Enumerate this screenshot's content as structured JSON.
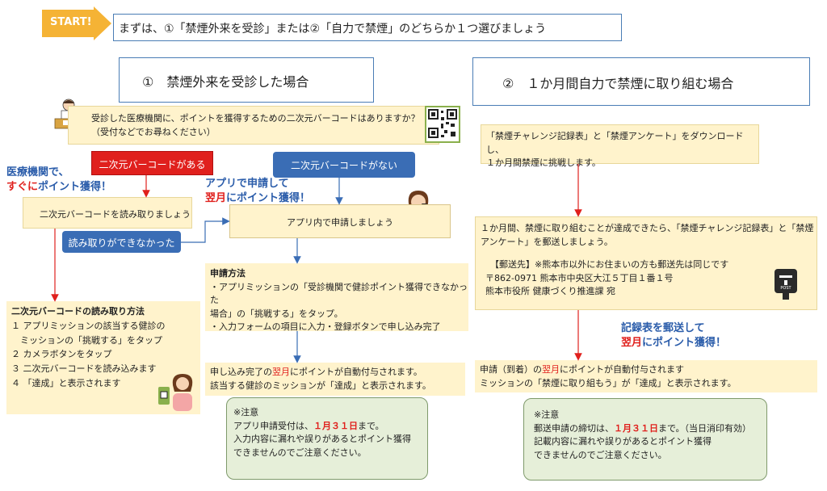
{
  "header": {
    "start_label": "START!",
    "instruction": "まずは、①「禁煙外来を受診」または②「自力で禁煙」のどちらか１つ選びましょう"
  },
  "left": {
    "title": "①　禁煙外来を受診した場合",
    "qr_question_line1": "受診した医療機関に、ポイントを獲得するための二次元バーコードはありますか？",
    "qr_question_line2": "（受付などでお尋ねください）",
    "has_qr_label": "二次元バーコードがある",
    "no_qr_label": "二次元バーコードがない",
    "immediate_line1": "医療機関で、",
    "immediate_em": "すぐに",
    "immediate_rest": "ポイント獲得！",
    "app_next_line1": "アプリで申請して",
    "app_next_em": "翌月",
    "app_next_rest": "にポイント獲得！",
    "read_qr_box": "二次元バーコードを読み取りましょう",
    "cannot_read_label": "読み取りができなかった",
    "apply_in_app_box": "アプリ内で申請しましょう",
    "method_title": "申請方法",
    "method_line1": "・アプリミッションの「受診機関で健診ポイント獲得できなかった",
    "method_line2": "場合」の「挑戦する」をタップ。",
    "method_line3": "・入力フォームの項目に入力・登録ボタンで申し込み完了",
    "read_method_title": "二次元バーコードの読み取り方法",
    "read_step1a": "１ アプリミッションの該当する健診の",
    "read_step1b": "　ミッションの「挑戦する」をタップ",
    "read_step2": "２ カメラボタンをタップ",
    "read_step3": "３ 二次元バーコードを読み込みます",
    "read_step4": "４ 「達成」と表示されます",
    "result_line1_pre": "申し込み完了の",
    "result_line1_em": "翌月",
    "result_line1_post": "にポイントが自動付与されます。",
    "result_line2": "該当する健診のミッションが「達成」と表示されます。",
    "note_title": "※注意",
    "note_line1_pre": "アプリ申請受付は、",
    "note_line1_em": "１月３１日",
    "note_line1_post": "まで。",
    "note_line2": "入力内容に漏れや誤りがあるとポイント獲得",
    "note_line3": "できませんのでご注意ください。"
  },
  "right": {
    "title": "②　１か月間自力で禁煙に取り組む場合",
    "download_line1": "「禁煙チャレンジ記録表」と「禁煙アンケート」をダウンロードし、",
    "download_line2": "１か月間禁煙に挑戦します。",
    "mail_line1": "１か月間、禁煙に取り組むことが達成できたら、「禁煙チャレンジ記録表」と「禁煙",
    "mail_line2": "アンケート」を郵送しましょう。",
    "mail_addr_title": "【郵送先】※熊本市以外にお住まいの方も郵送先は同じです",
    "mail_addr_line1": "〒862-0971 熊本市中央区大江５丁目１番１号",
    "mail_addr_line2": "熊本市役所 健康づくり推進課 宛",
    "mail_point_line1": "記録表を郵送して",
    "mail_point_em": "翌月",
    "mail_point_rest": "にポイント獲得！",
    "result_line1_pre": "申請（到着）の",
    "result_line1_em": "翌月",
    "result_line1_post": "にポイントが自動付与されます",
    "result_line2": "ミッションの「禁煙に取り組もう」が「達成」と表示されます。",
    "note_title": "※注意",
    "note_line1_pre": "郵送申請の締切は、",
    "note_line1_em": "１月３１日",
    "note_line1_post": "まで。（当日消印有効）",
    "note_line2": "記載内容に漏れや誤りがあるとポイント獲得",
    "note_line3": "できませんのでご注意ください。",
    "post_label": "POST"
  }
}
